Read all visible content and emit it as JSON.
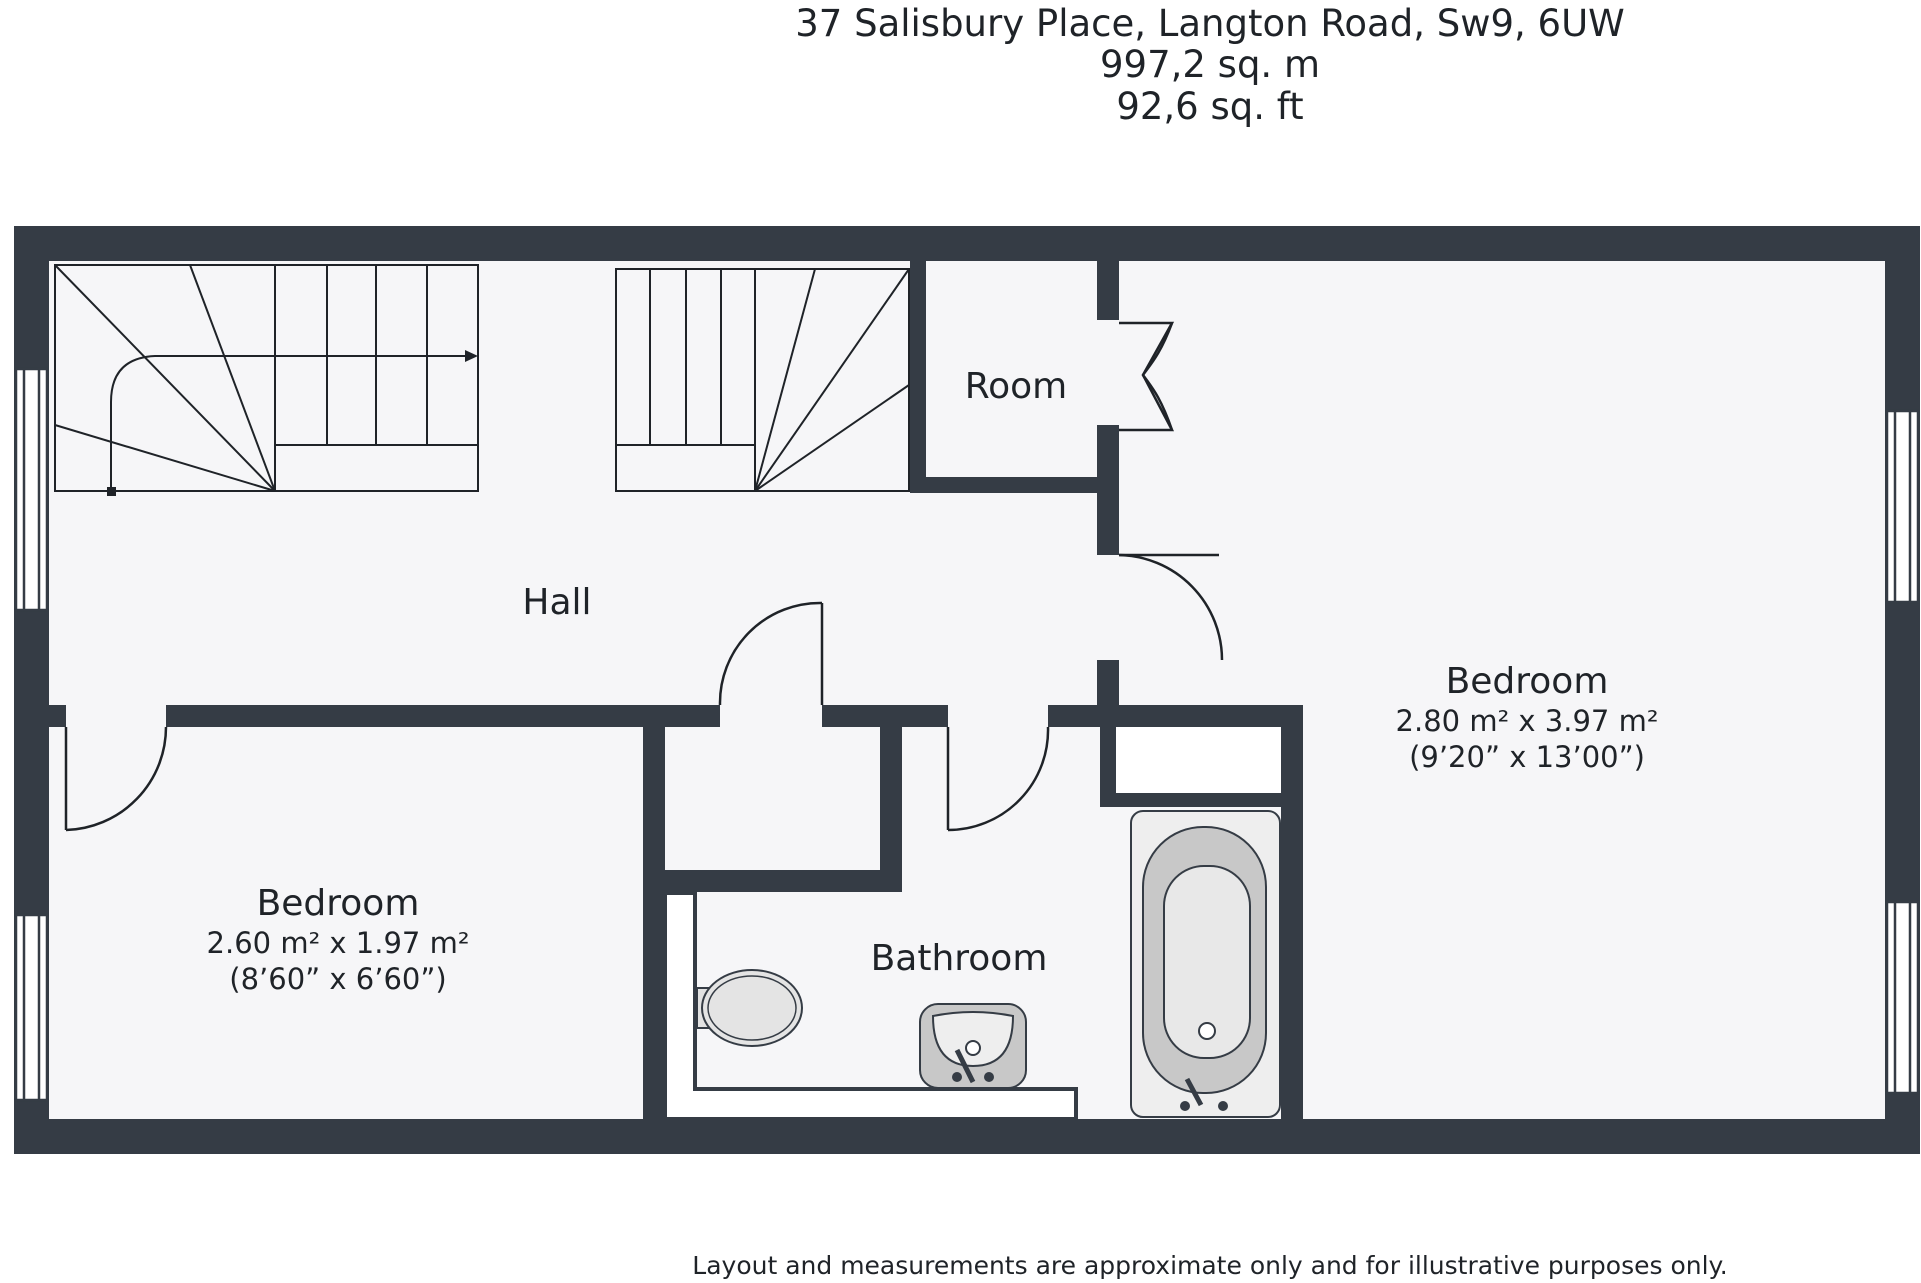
{
  "header": {
    "address": "37 Salisbury Place, Langton Road, Sw9, 6UW",
    "area_m": "997,2 sq. m",
    "area_ft": "92,6 sq. ft"
  },
  "rooms": {
    "hall": {
      "name": "Hall"
    },
    "room": {
      "name": "Room"
    },
    "bedroom_large": {
      "name": "Bedroom",
      "metric": "2.80 m² x 3.97 m²",
      "imperial": "(9’20” x 13’00”)"
    },
    "bedroom_small": {
      "name": "Bedroom",
      "metric": "2.60 m² x 1.97 m²",
      "imperial": "(8’60” x 6’60”)"
    },
    "bathroom": {
      "name": "Bathroom"
    }
  },
  "disclaimer": "Layout and measurements are approximate only and for illustrative purposes only.",
  "colors": {
    "wall": "#353c45",
    "floor": "#f6f6f8",
    "fixture": "#c8c8c8",
    "window": "#ffffff"
  }
}
